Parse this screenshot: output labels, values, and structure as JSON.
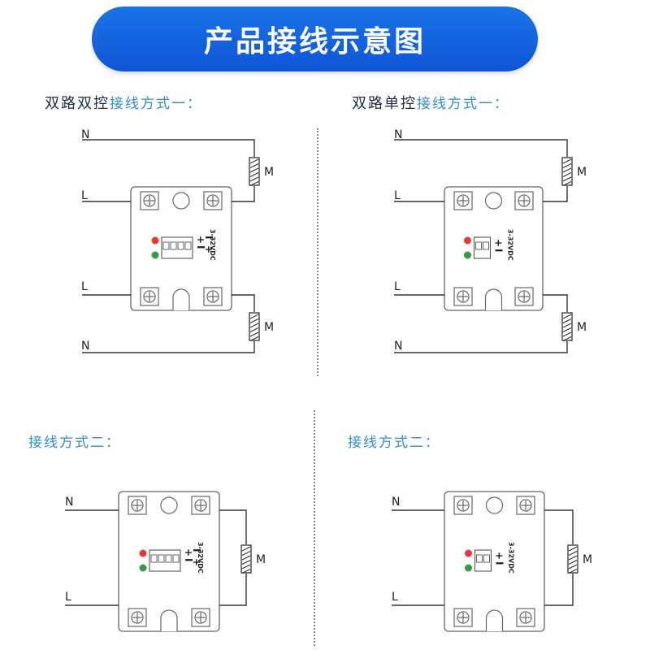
{
  "banner": {
    "title": "产品接线示意图"
  },
  "sections": [
    {
      "mode": "双路双控",
      "method": "接线方式一："
    },
    {
      "mode": "双路单控",
      "method": "接线方式一："
    },
    {
      "method": "接线方式二："
    },
    {
      "method": "接线方式二："
    }
  ],
  "labels": {
    "neutral": "N",
    "live": "L",
    "motor": "M",
    "voltage": "3-32VDC",
    "plus": "+",
    "minus": "I"
  },
  "colors": {
    "banner": "#1565e0",
    "heading_blue": "#2f8fc9",
    "led_red": "#e53935",
    "led_green": "#2e9e3e"
  }
}
